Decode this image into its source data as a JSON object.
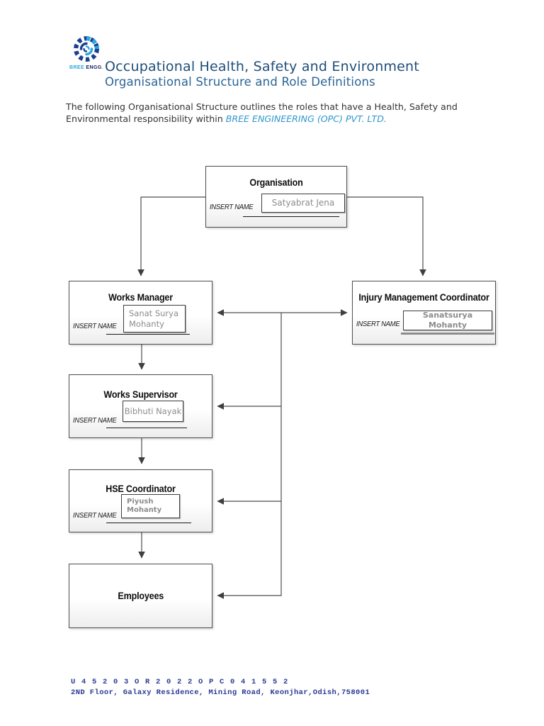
{
  "logo": {
    "brand_light": "BREE",
    "brand_dark": " ENGG",
    "dot": ".",
    "icon": "gear-swirl-logo"
  },
  "header": {
    "title": "Occupational Health, Safety and Environment",
    "subtitle": "Organisational Structure and Role Definitions"
  },
  "intro": {
    "text_before": "The following Organisational Structure outlines the roles that have a Health, Safety and Environmental responsibility within ",
    "company": "BREE ENGINEERING (OPC) PVT. LTD."
  },
  "chart": {
    "insert_name_label": "INSERT NAME",
    "nodes": [
      {
        "id": "organisation",
        "title": "Organisation",
        "name": "Satyabrat Jena"
      },
      {
        "id": "works-manager",
        "title": "Works Manager",
        "name": "Sanat Surya Mohanty"
      },
      {
        "id": "injury-management-coordinator",
        "title": "Injury Management Coordinator",
        "name": "Sanatsurya Mohanty"
      },
      {
        "id": "works-supervisor",
        "title": "Works Supervisor",
        "name": "Bibhuti Nayak"
      },
      {
        "id": "hse-coordinator",
        "title": "HSE Coordinator",
        "name": "Piyush Mohanty"
      },
      {
        "id": "employees",
        "title": "Employees",
        "name": ""
      }
    ]
  },
  "footer": {
    "cin": "U 4 5 2 0 3 O R 2 0 2 2 O P C 0 4 1 5 5 2",
    "address": "2ND Floor, Galaxy Residence, Mining Road, Keonjhar,Odish,758001"
  },
  "colors": {
    "title_blue": "#1f4e79",
    "subtitle_blue": "#2a6496",
    "company_blue": "#2f96cc",
    "logo_light_blue": "#29a8e0",
    "logo_dark_blue": "#16246b",
    "logo_orange": "#f7941d",
    "footer_navy": "#2b3a94",
    "field_text_gray": "#8c8c8c",
    "connector_gray": "#4d4d4d"
  }
}
